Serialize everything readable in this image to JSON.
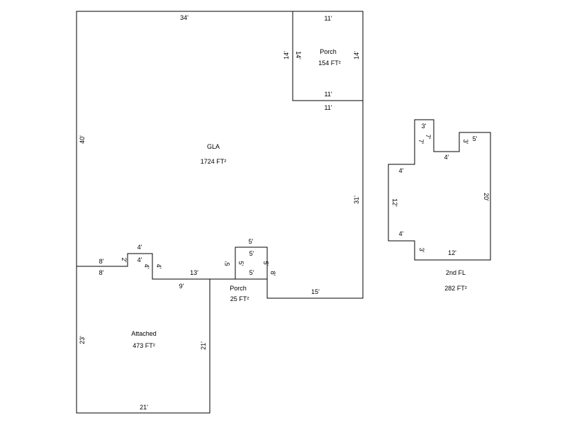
{
  "colors": {
    "background": "#ffffff",
    "line": "#000000"
  },
  "gla": {
    "name": "GLA",
    "area": "1724 FT²",
    "dims": {
      "top": "34'",
      "left": "40'",
      "right": "31'",
      "porch_bottom": "11'",
      "step_left_upper": "8'",
      "step_small_left": "2'",
      "step_small_top": "4'",
      "step_right_upper": "4'",
      "bottom_mid": "13'",
      "porch_left": "5'",
      "porch_top": "5'",
      "porch_right": "8'",
      "bottom_right": "15'"
    }
  },
  "porch_top": {
    "name": "Porch",
    "area": "154 FT²",
    "dims": {
      "top": "11'",
      "left_outer": "14'",
      "left_inner": "14'",
      "right": "14'",
      "bottom": "11'"
    }
  },
  "porch_small": {
    "name": "Porch",
    "area": "25 FT²",
    "dims": {
      "top": "5'",
      "left": "5'",
      "right": "5'",
      "bottom": "5'"
    }
  },
  "attached": {
    "name": "Attached",
    "area": "473 FT²",
    "dims": {
      "top_left": "8'",
      "small_left": "4'",
      "small_vertical": "4'",
      "top_mid": "9'",
      "left": "23'",
      "right": "21'",
      "bottom": "21'"
    }
  },
  "second_floor": {
    "name": "2nd FL",
    "area": "282 FT²",
    "dims": {
      "top_left": "3'",
      "notch_left": "7'",
      "notch_right": "7'",
      "notch_bottom": "4'",
      "top_right_side": "3'",
      "top_right": "5'",
      "right": "20'",
      "bottom": "12'",
      "bottom_left_step": "3'",
      "left_lower_top": "4'",
      "left": "12'",
      "left_upper_top": "4'"
    }
  }
}
